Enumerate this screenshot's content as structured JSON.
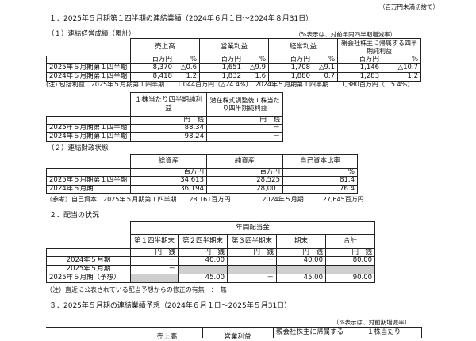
{
  "corner_note": "（百万円未満切捨て）",
  "s1": {
    "title": "１．2025年５月期第１四半期の連結業績（2024年６月１日～2024年８月31日）",
    "sub1": "（１）連結経営成績（累計）",
    "pct_note": "（%表示は、対前年同四半期増減率）",
    "headers": [
      "売上高",
      "営業利益",
      "経常利益",
      "親会社株主に帰属する四半期純利益"
    ],
    "units": [
      "百万円",
      "%",
      "百万円",
      "%",
      "百万円",
      "%",
      "百万円",
      "%"
    ],
    "rows": [
      {
        "label": "2025年５月期第１四半期",
        "v": [
          "8,370",
          "△0.6",
          "1,651",
          "△9.9",
          "1,708",
          "△9.1",
          "1,146",
          "△10.7"
        ]
      },
      {
        "label": "2024年５月期第１四半期",
        "v": [
          "8,418",
          "1.2",
          "1,832",
          "1.6",
          "1,880",
          "0.7",
          "1,283",
          "1.2"
        ]
      }
    ],
    "note": "(注) 包括利益　2025年５月期第１四半期　　1,044百万円（△24.4%）　2024年５月期第１四半期　　1,380百万円（　5.4%）",
    "eps_headers": [
      "１株当たり四半期純利益",
      "潜在株式調整後１株当たり四半期純利益"
    ],
    "eps_unit": "円　銭",
    "eps_rows": [
      {
        "label": "2025年５月期第１四半期",
        "v": [
          "88.34",
          "－"
        ]
      },
      {
        "label": "2024年５月期第１四半期",
        "v": [
          "98.24",
          "－"
        ]
      }
    ],
    "sub2": "（２）連結財政状態",
    "fin_headers": [
      "総資産",
      "純資産",
      "自己資本比率"
    ],
    "fin_units": [
      "百万円",
      "百万円",
      "%"
    ],
    "fin_rows": [
      {
        "label": "2025年５月期第１四半期",
        "v": [
          "34,613",
          "28,525",
          "81.4"
        ]
      },
      {
        "label": "2024年５月期",
        "v": [
          "36,194",
          "28,001",
          "76.4"
        ]
      }
    ],
    "ref": "（参考）自己資本　2025年５月期第１四半期　　28,161百万円　　　　　2024年５月期　　　27,645百万円"
  },
  "s2": {
    "title": "２．配当の状況",
    "group_header": "年間配当金",
    "headers": [
      "第１四半期末",
      "第２四半期末",
      "第３四半期末",
      "期末",
      "合計"
    ],
    "unit": "円　銭",
    "rows": [
      {
        "label": "2024年５月期",
        "v": [
          "－",
          "40.00",
          "－",
          "40.00",
          "80.00"
        ]
      },
      {
        "label": "2025年５月期",
        "v": [
          "－",
          "",
          "",
          "",
          ""
        ]
      },
      {
        "label": "2025年５月期（予想）",
        "v": [
          "",
          "45.00",
          "－",
          "45.00",
          "90.00"
        ]
      }
    ],
    "note": "（注）直近に公表されている配当予想からの修正の有無　：　無"
  },
  "s3": {
    "title": "３．2025年５月期の連結業績予想（2024年６月１日～2025年５月31日）",
    "pct_note": "（%表示は、対前期増減率）",
    "headers": [
      "売上高",
      "営業利益",
      "親会社株主に帰属する",
      "１株当たり"
    ]
  }
}
